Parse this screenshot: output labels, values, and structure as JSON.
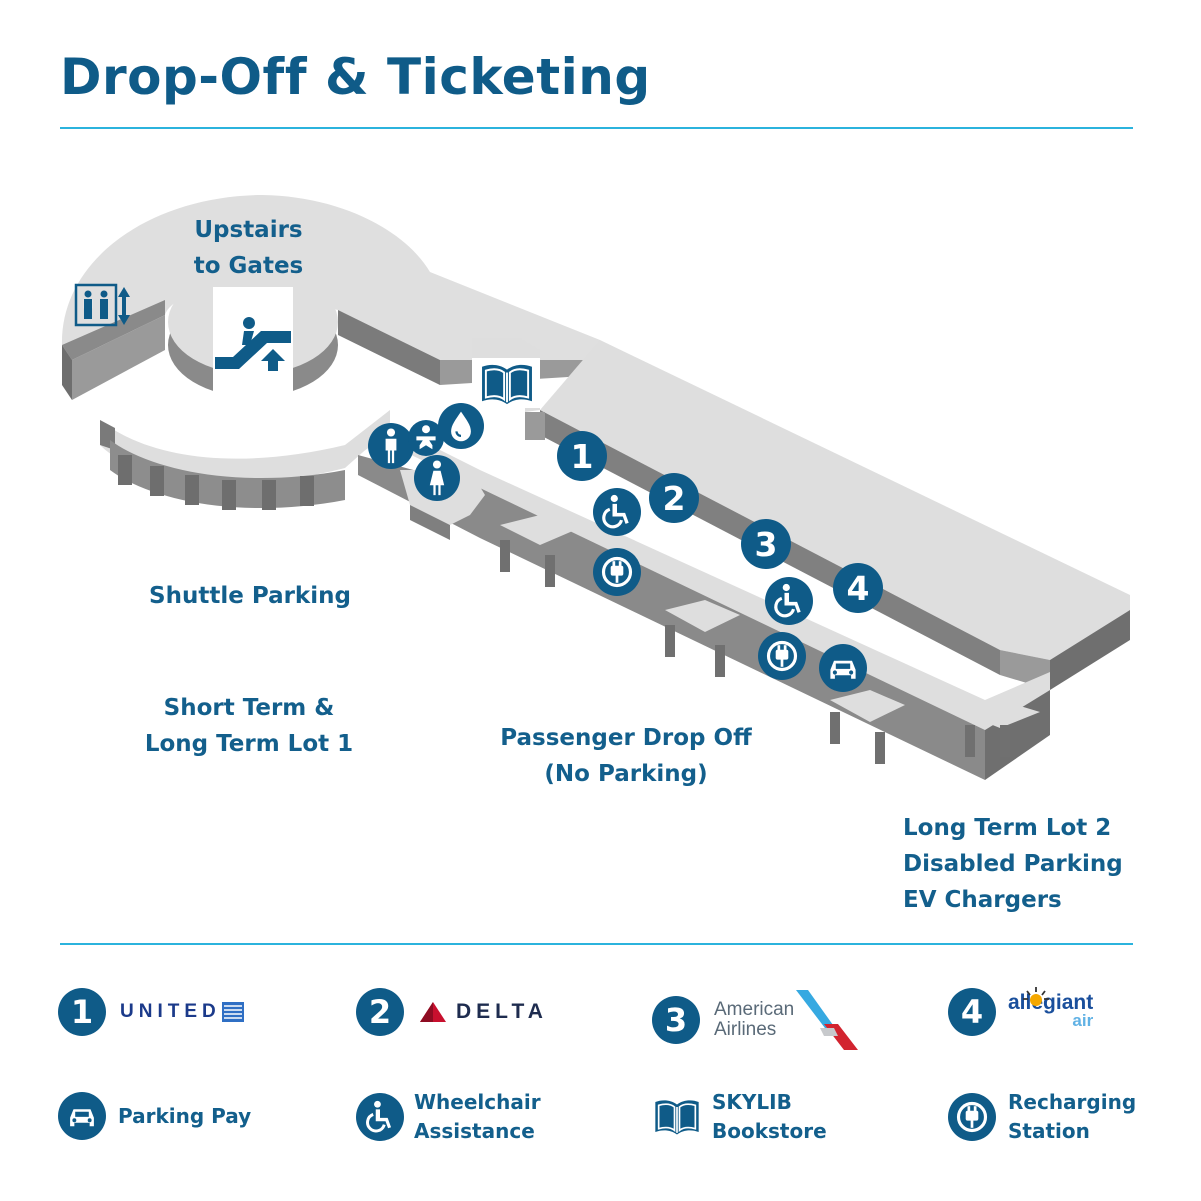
{
  "title": "Drop-Off & Ticketing",
  "map_labels": {
    "upstairs": [
      "Upstairs",
      "to Gates"
    ],
    "shuttle_parking": "Shuttle Parking",
    "short_long_term": [
      "Short Term &",
      "Long Term Lot 1"
    ],
    "passenger_drop_off": [
      "Passenger Drop Off",
      "(No Parking)"
    ],
    "lot2": [
      "Long Term Lot 2",
      "Disabled Parking",
      "EV Chargers"
    ]
  },
  "map_markers": {
    "counters": [
      "1",
      "2",
      "3",
      "4"
    ]
  },
  "legend": {
    "airlines": [
      {
        "number": "1",
        "name": "UNITED"
      },
      {
        "number": "2",
        "name": "DELTA"
      },
      {
        "number": "3",
        "name": [
          "American",
          "Airlines"
        ]
      },
      {
        "number": "4",
        "name": "allegiant",
        "sub": "air"
      }
    ],
    "services": [
      {
        "icon": "car-icon",
        "label": [
          "Parking Pay"
        ]
      },
      {
        "icon": "wheelchair-icon",
        "label": [
          "Wheelchair",
          "Assistance"
        ]
      },
      {
        "icon": "book-icon",
        "label": [
          "SKYLIB",
          "Bookstore"
        ]
      },
      {
        "icon": "plug-icon",
        "label": [
          "Recharging",
          "Station"
        ]
      }
    ]
  },
  "colors": {
    "brand_blue": "#0f5b88",
    "rule_cyan": "#2bb3dd",
    "floor_gray": "#dedede",
    "wall_gray": "#7c7c7c"
  }
}
